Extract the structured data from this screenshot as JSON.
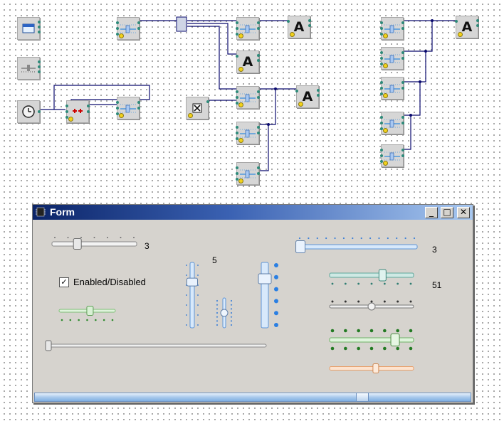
{
  "window": {
    "title": "Form",
    "minimize_glyph": "_",
    "maximize_glyph": "□",
    "close_glyph": "✕"
  },
  "checkbox": {
    "label": "Enabled/Disabled",
    "checked": true,
    "check_glyph": "✓"
  },
  "value_labels": {
    "slider_1": "3",
    "slider_vertical": "5",
    "slider_top_right": "3",
    "slider_teal": "51"
  },
  "trackbar_levels": {
    "slider_1": 0.3,
    "slider_top_right": 0.03,
    "slider_teal": 0.63,
    "slider_small_green": 0.55,
    "slider_long": 0.0,
    "slider_bw": 0.5,
    "slider_green_big": 0.78,
    "slider_orange": 0.55,
    "vslider_1": 0.3,
    "vslider_2": 0.5,
    "vslider_3": 0.25,
    "scrollbar": 0.76
  },
  "colors": {
    "title_start": "#0b2468",
    "title_end": "#a8c8f0",
    "form_bg": "#d6d3ce",
    "wire": "#0a0a6e",
    "pin": "#2e8b7a"
  }
}
